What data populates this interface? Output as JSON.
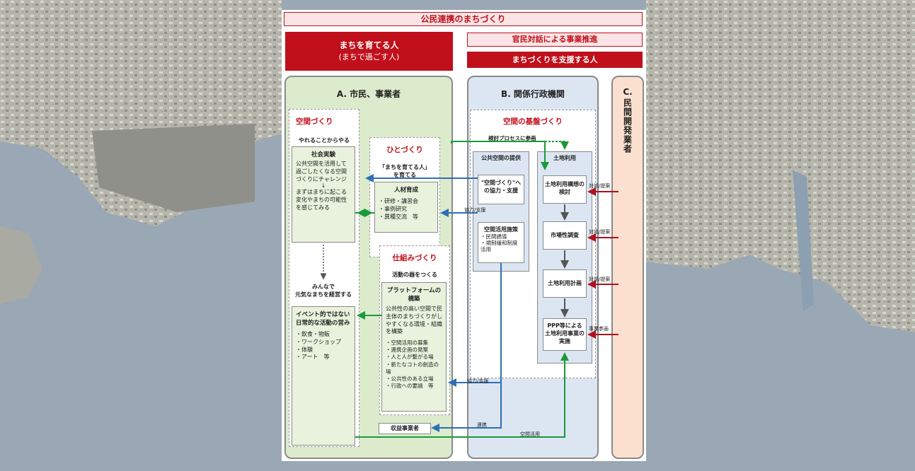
{
  "title": "公民連携のまちづくり",
  "left_header": {
    "line1": "まちを育てる人",
    "line2": "(まちで過ごす人)"
  },
  "right_header": {
    "top": "官民対話による事業推進",
    "bottom": "まちづくりを支援する人"
  },
  "columns": {
    "a": {
      "title": "A. 市民、事業者"
    },
    "b": {
      "title": "B. 関係行政機関"
    },
    "c": {
      "label": "C.",
      "title_vertical": "民間開発業者"
    }
  },
  "kukan": {
    "title": "空間づくり",
    "subtitle": "やれることからやる",
    "box_title": "社会実験",
    "box_text_1": "公共空間を活用して過ごしたくなる空間づくりにチャレンジ",
    "box_arrow": "↓",
    "box_text_2": "まずはまちに起こる変化やまちの可能性を感じてみる",
    "mid_1": "みんなで",
    "mid_2": "元気なまちを経営する",
    "box2_title": "イベント的ではない日常的な活動の営み",
    "box2_items": [
      "・飲食・物販",
      "・ワークショップ",
      "・体験",
      "・アート　等"
    ]
  },
  "hito": {
    "title": "ひとづくり",
    "subtitle_1": "「まちを育てる人」",
    "subtitle_2": "を育てる",
    "box_title": "人材育成",
    "box_items": [
      "・研修・講習会",
      "・事例研究",
      "・異種交流　等"
    ]
  },
  "shikumi": {
    "title": "仕組みづくり",
    "subtitle": "活動の器をつくる",
    "box_title": "プラットフォームの構築",
    "box_text": "公共性の高い空間で民主体のまちづくりがしやすくなる環境・組織を構築",
    "box_items": [
      "・空間活用の募集",
      "・連携企画の発案",
      "・人と人が繋がる場",
      "・新たなコトの創造の場",
      "・公共性のある立場",
      "・行政への要請　等"
    ]
  },
  "shueki": "収益事業者",
  "kiban": {
    "title": "空間の基盤づくり",
    "process": "検討プロセスに参画",
    "koukyou": {
      "title": "公共空間の提供",
      "box1": "\"空間づくり\"への協力・支援",
      "box2_title": "空間活用施策",
      "box2_items": [
        "・民間誘導",
        "・規制緩和制度活用"
      ]
    },
    "tochi": {
      "title": "土地利用",
      "steps": [
        "土地利用構想の検討",
        "市場性調査",
        "土地利用計画",
        "PPP等による土地利用事業の実施"
      ]
    }
  },
  "labels": {
    "kyoryoku_1": "協力/支援",
    "kyoryoku_2": "協力/支援",
    "renkei": "連携",
    "kukan_katsuyo": "空間活用",
    "taiwa_1": "対話/提案",
    "taiwa_2": "対話/提案",
    "taiwa_3": "対話/提案",
    "jigyo_sankaku": "事業参画"
  },
  "colors": {
    "red": "#c0101b",
    "green": "#1a9a3a",
    "blue": "#2f6fb5",
    "dark_red": "#b01020"
  }
}
